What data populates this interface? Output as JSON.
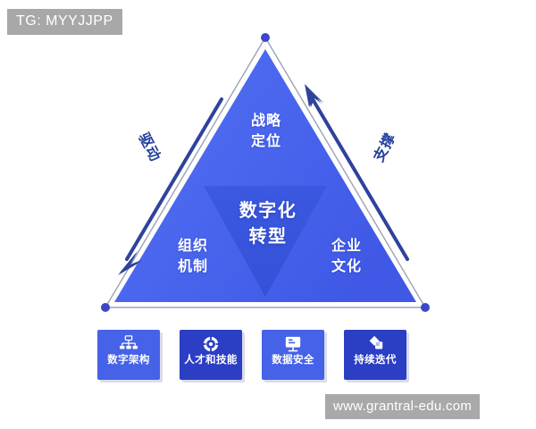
{
  "overlays": {
    "tg_tag": "TG: MYYJJPP",
    "site_watermark": "www.grantral-edu.com"
  },
  "diagram": {
    "title_center_line1": "数字化",
    "title_center_line2": "转型",
    "vertices": {
      "apex": {
        "line1": "战略",
        "line2": "定位"
      },
      "bottom_left": {
        "line1": "组织",
        "line2": "机制"
      },
      "bottom_right": {
        "line1": "企业",
        "line2": "文化"
      }
    },
    "arrows": [
      {
        "label": "驱动",
        "direction": "down-left",
        "side": "left"
      },
      {
        "label": "支撑",
        "direction": "up-left",
        "side": "right"
      }
    ],
    "colors": {
      "triangle_fill_light": "#4e6bf0",
      "triangle_fill_dark": "#3f5ae8",
      "inner_triangle": "#3a57dd",
      "outline": "#9aa3b5",
      "vertex_dot": "#3a48c8",
      "arrow": "#2f429c",
      "label_text": "#ffffff",
      "arrow_text": "#24409a"
    }
  },
  "pillars": [
    {
      "label": "数字架构",
      "icon": "sitemap-icon",
      "tone": "tone-light"
    },
    {
      "label": "人才和技能",
      "icon": "target-icon",
      "tone": "tone-dark"
    },
    {
      "label": "数据安全",
      "icon": "monitor-icon",
      "tone": "tone-light"
    },
    {
      "label": "持续迭代",
      "icon": "overlap-shapes-icon",
      "tone": "tone-dark"
    }
  ]
}
